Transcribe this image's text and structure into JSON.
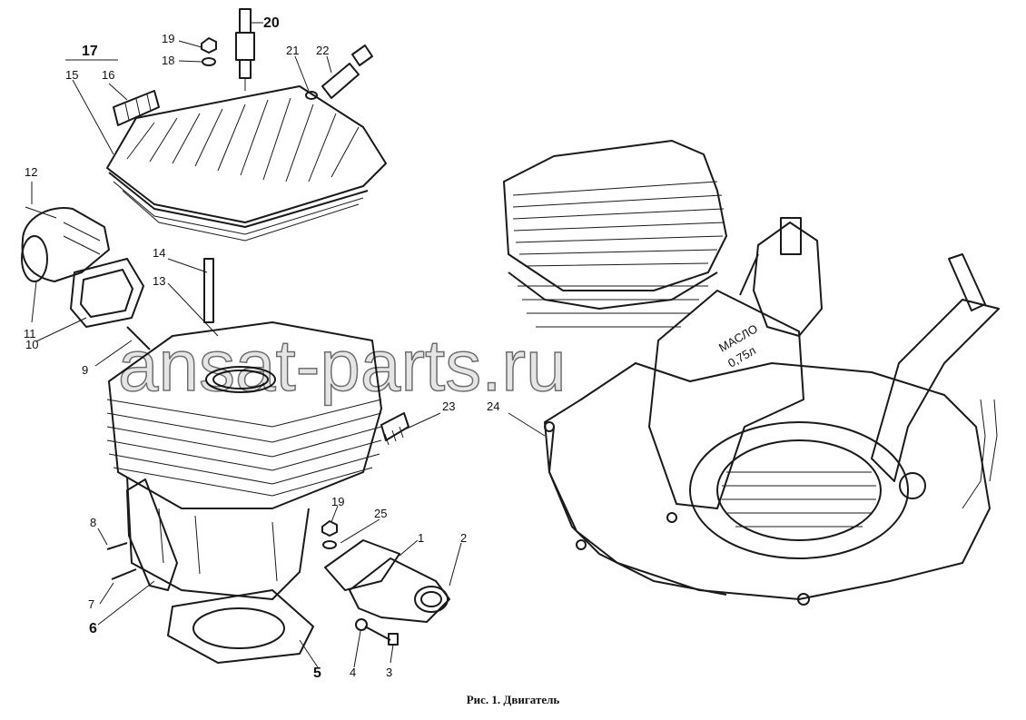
{
  "caption": "Рис. 1. Двигатель",
  "watermark": "ansat-parts.ru",
  "tank_label_line1": "МАСЛО",
  "tank_label_line2": "0,75л",
  "callouts": [
    {
      "id": "c1",
      "text": "1"
    },
    {
      "id": "c2",
      "text": "2"
    },
    {
      "id": "c3",
      "text": "3"
    },
    {
      "id": "c4",
      "text": "4"
    },
    {
      "id": "c5",
      "text": "5"
    },
    {
      "id": "c6",
      "text": "6"
    },
    {
      "id": "c7",
      "text": "7"
    },
    {
      "id": "c8",
      "text": "8"
    },
    {
      "id": "c9",
      "text": "9"
    },
    {
      "id": "c10",
      "text": "10"
    },
    {
      "id": "c11",
      "text": "11"
    },
    {
      "id": "c12",
      "text": "12"
    },
    {
      "id": "c13",
      "text": "13"
    },
    {
      "id": "c14",
      "text": "14"
    },
    {
      "id": "c15",
      "text": "15"
    },
    {
      "id": "c16",
      "text": "16"
    },
    {
      "id": "c17",
      "text": "17"
    },
    {
      "id": "c18",
      "text": "18"
    },
    {
      "id": "c19a",
      "text": "19"
    },
    {
      "id": "c19b",
      "text": "19"
    },
    {
      "id": "c20",
      "text": "20"
    },
    {
      "id": "c21",
      "text": "21"
    },
    {
      "id": "c22",
      "text": "22"
    },
    {
      "id": "c23",
      "text": "23"
    },
    {
      "id": "c24",
      "text": "24"
    },
    {
      "id": "c25",
      "text": "25"
    }
  ]
}
